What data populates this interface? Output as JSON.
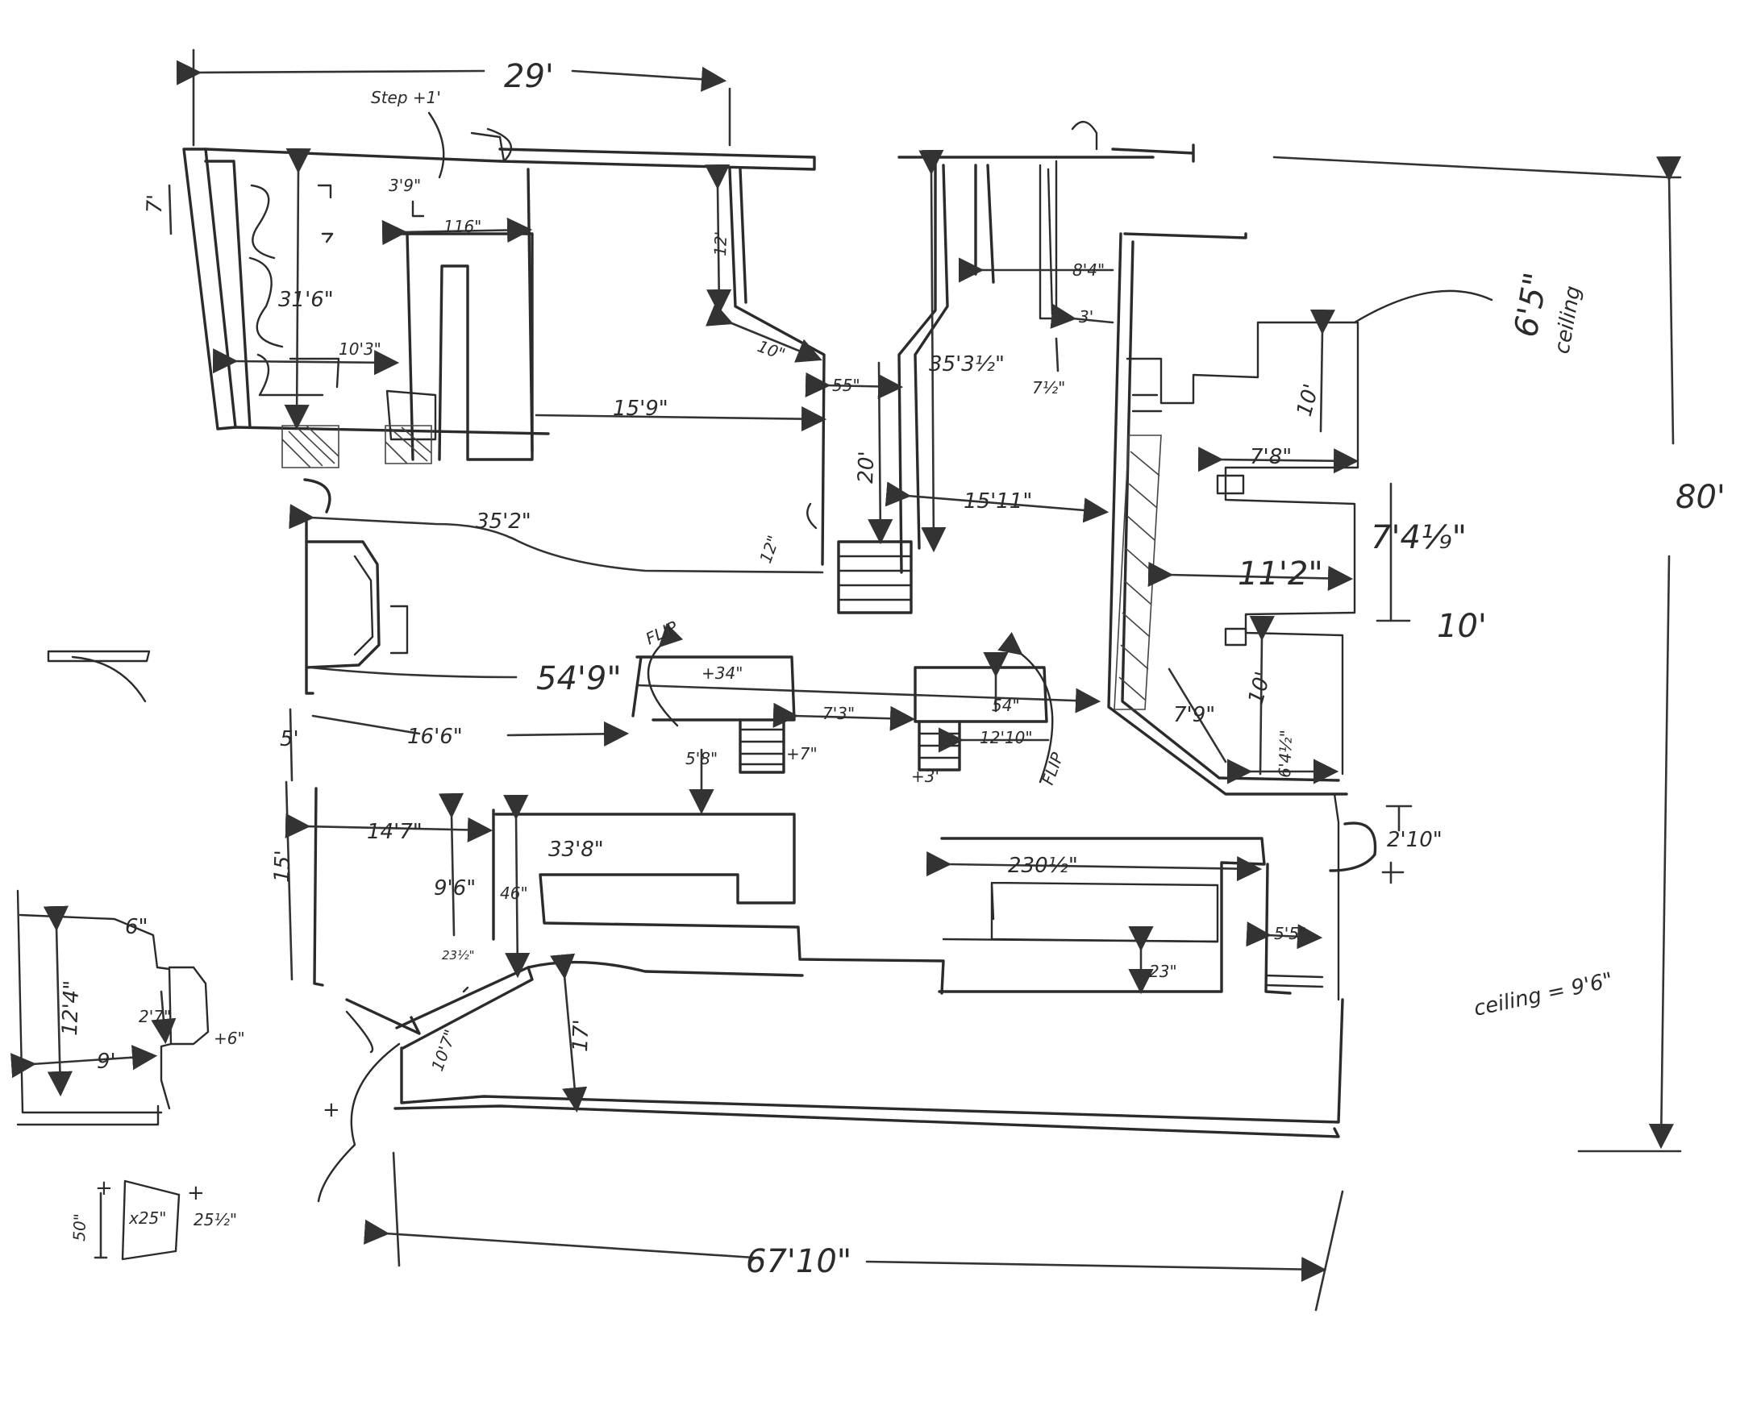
{
  "dimensions": {
    "overall_width_top": "29'",
    "step_note": "Step +1'",
    "left_short": "7'",
    "small_3_9": "3'9\"",
    "w_116": "116\"",
    "room_31_6": "31'6\"",
    "room_10_3": "10'3\"",
    "hall_15_9": "15'9\"",
    "v_12_left": "12'",
    "d_10": "10\"",
    "w_55": "55\"",
    "len_20": "20'",
    "len_35_3_5": "35'3½\"",
    "w_8_4": "8'4\"",
    "w_3": "3'",
    "w_7_5": "7½\"",
    "hall_15_11": "15'11\"",
    "small_12": "12\"",
    "overall_35_2": "35'2\"",
    "overall_54_9": "54'9\"",
    "flip_left": "FLIP",
    "w_34": "+34\"",
    "w_7_3": "7'3\"",
    "w_54": "54\"",
    "w_12_10": "12'10\"",
    "flip_right": "FLIP",
    "five": "5'",
    "w_16_6": "16'6\"",
    "five_8": "5'8\"",
    "plus_7": "+7\"",
    "plus_3": "+3'",
    "ceiling_6_5": "6'5\"",
    "ceiling_word": "ceiling",
    "ten_a": "10'",
    "w_7_8": "7'8\"",
    "v_7_4_9": "7'4⅟₉\"",
    "w_11_2": "11'2\"",
    "ten_b": "10'",
    "ten_c": "10'",
    "w_7_9": "7'9\"",
    "w_6_4": "6'4½\"",
    "w_2_10": "2'10\"",
    "overall_80": "80'",
    "fifteen": "15'",
    "w_14_7": "14'7\"",
    "w_33_8": "33'8\"",
    "w_9_6": "9'6\"",
    "h_46": "46\"",
    "d_23_5": "23½\"",
    "w_230_5": "230½\"",
    "w_5_5": "5'5\"",
    "d_23": "23\"",
    "v_17": "17'",
    "d_10_7": "10'7\"",
    "ceiling_note": "ceiling = 9'6\"",
    "bay_12": "12'4\"",
    "bay_6": "6\"",
    "bay_2_7": "2'7\"",
    "bay_plus6": "+6\"",
    "bay_9": "9'",
    "w_50": "50\"",
    "w_x25": "x25\"",
    "w_25_5": "25½\"",
    "overall_67_10": "67'10\"",
    "mark_a": "+",
    "mark_b": "+",
    "mark_c": "+"
  }
}
